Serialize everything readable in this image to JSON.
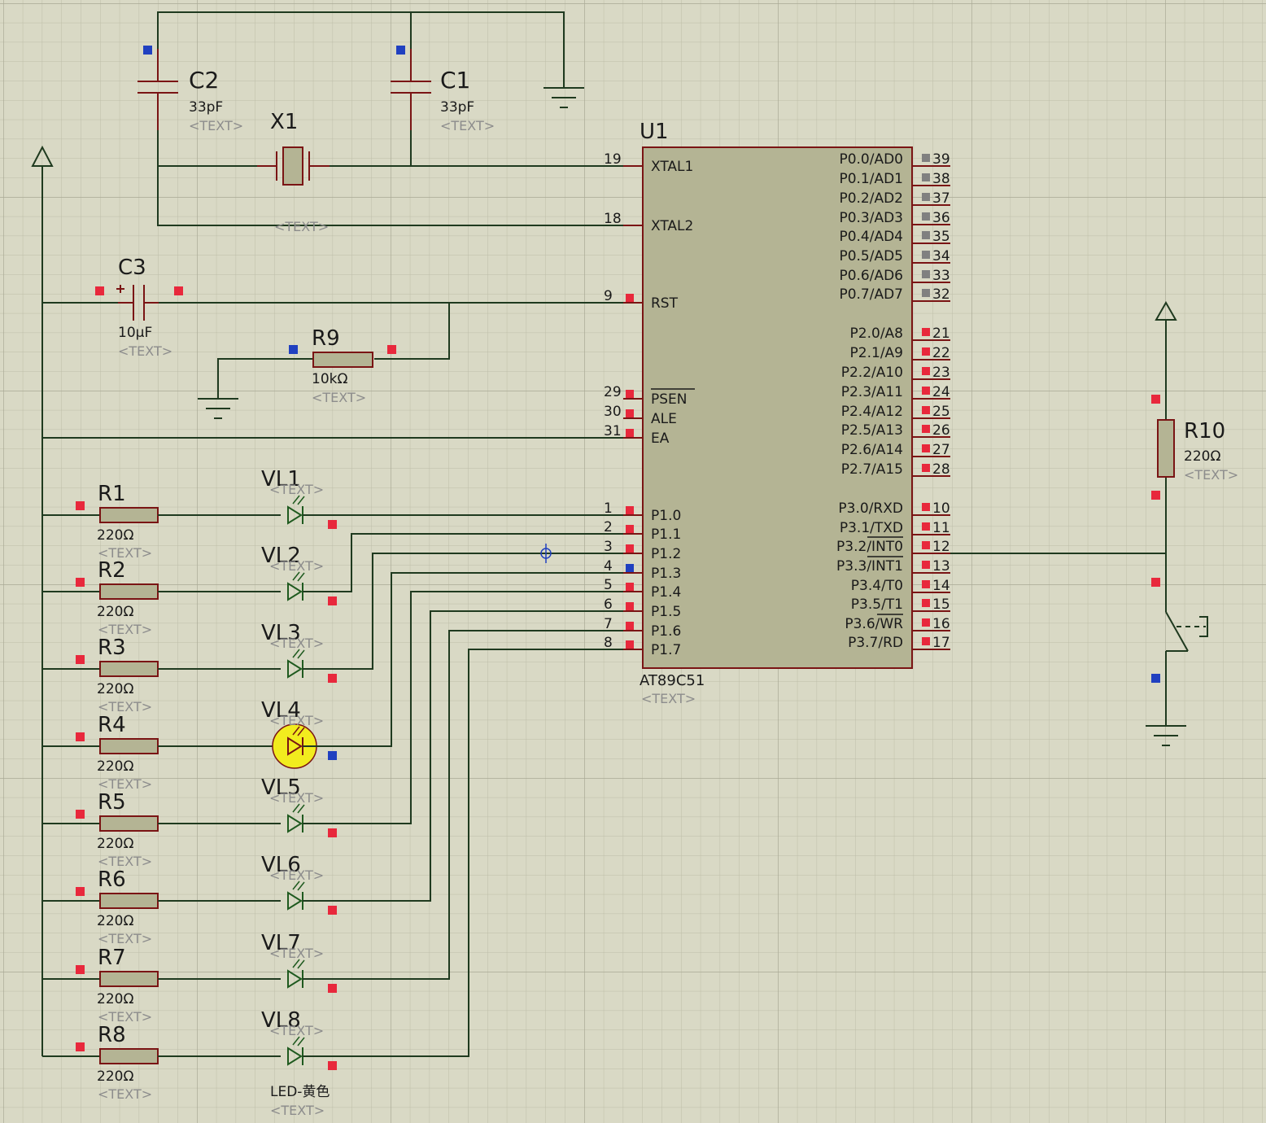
{
  "placeholder": "<TEXT>",
  "crystal": {
    "ref": "X1"
  },
  "caps": [
    {
      "ref": "C2",
      "value": "33pF"
    },
    {
      "ref": "C1",
      "value": "33pF"
    },
    {
      "ref": "C3",
      "value": "10µF"
    }
  ],
  "reset_resistor": {
    "ref": "R9",
    "value": "10kΩ"
  },
  "mcu": {
    "ref": "U1",
    "part": "AT89C51",
    "left_pins": [
      {
        "num": "19",
        "name": "XTAL1"
      },
      {
        "num": "18",
        "name": "XTAL2"
      },
      {
        "num": "9",
        "name": "RST"
      },
      {
        "num": "29",
        "name": "PSEN"
      },
      {
        "num": "30",
        "name": "ALE"
      },
      {
        "num": "31",
        "name": "EA"
      },
      {
        "num": "1",
        "name": "P1.0"
      },
      {
        "num": "2",
        "name": "P1.1"
      },
      {
        "num": "3",
        "name": "P1.2"
      },
      {
        "num": "4",
        "name": "P1.3"
      },
      {
        "num": "5",
        "name": "P1.4"
      },
      {
        "num": "6",
        "name": "P1.5"
      },
      {
        "num": "7",
        "name": "P1.6"
      },
      {
        "num": "8",
        "name": "P1.7"
      }
    ],
    "right_pins": [
      {
        "num": "39",
        "name": "P0.0/AD0"
      },
      {
        "num": "38",
        "name": "P0.1/AD1"
      },
      {
        "num": "37",
        "name": "P0.2/AD2"
      },
      {
        "num": "36",
        "name": "P0.3/AD3"
      },
      {
        "num": "35",
        "name": "P0.4/AD4"
      },
      {
        "num": "34",
        "name": "P0.5/AD5"
      },
      {
        "num": "33",
        "name": "P0.6/AD6"
      },
      {
        "num": "32",
        "name": "P0.7/AD7"
      },
      {
        "num": "21",
        "name": "P2.0/A8"
      },
      {
        "num": "22",
        "name": "P2.1/A9"
      },
      {
        "num": "23",
        "name": "P2.2/A10"
      },
      {
        "num": "24",
        "name": "P2.3/A11"
      },
      {
        "num": "25",
        "name": "P2.4/A12"
      },
      {
        "num": "26",
        "name": "P2.5/A13"
      },
      {
        "num": "27",
        "name": "P2.6/A14"
      },
      {
        "num": "28",
        "name": "P2.7/A15"
      },
      {
        "num": "10",
        "name": "P3.0/RXD"
      },
      {
        "num": "11",
        "name": "P3.1/TXD"
      },
      {
        "num": "12",
        "name": "P3.2/INT0"
      },
      {
        "num": "13",
        "name": "P3.3/INT1"
      },
      {
        "num": "14",
        "name": "P3.4/T0"
      },
      {
        "num": "15",
        "name": "P3.5/T1"
      },
      {
        "num": "16",
        "name": "P3.6/WR"
      },
      {
        "num": "17",
        "name": "P3.7/RD"
      }
    ]
  },
  "resistors": [
    {
      "ref": "R1",
      "value": "220Ω"
    },
    {
      "ref": "R2",
      "value": "220Ω"
    },
    {
      "ref": "R3",
      "value": "220Ω"
    },
    {
      "ref": "R4",
      "value": "220Ω"
    },
    {
      "ref": "R5",
      "value": "220Ω"
    },
    {
      "ref": "R6",
      "value": "220Ω"
    },
    {
      "ref": "R7",
      "value": "220Ω"
    },
    {
      "ref": "R8",
      "value": "220Ω"
    }
  ],
  "leds": [
    {
      "ref": "VL1",
      "lit": false
    },
    {
      "ref": "VL2",
      "lit": false
    },
    {
      "ref": "VL3",
      "lit": false
    },
    {
      "ref": "VL4",
      "lit": true
    },
    {
      "ref": "VL5",
      "lit": false
    },
    {
      "ref": "VL6",
      "lit": false
    },
    {
      "ref": "VL7",
      "lit": false
    },
    {
      "ref": "VL8",
      "lit": false
    }
  ],
  "led_part": "LED-黄色",
  "pullup": {
    "ref": "R10",
    "value": "220Ω"
  },
  "colors": {
    "background": "#d9d9c5",
    "wire": "#1f3a1f",
    "component_outline": "#7a1414",
    "ic_body": "#b4b494",
    "pin_high": "#e8283c",
    "pin_low": "#2040c0",
    "pin_float": "#808080",
    "led_lit": "#f2ec1e"
  }
}
